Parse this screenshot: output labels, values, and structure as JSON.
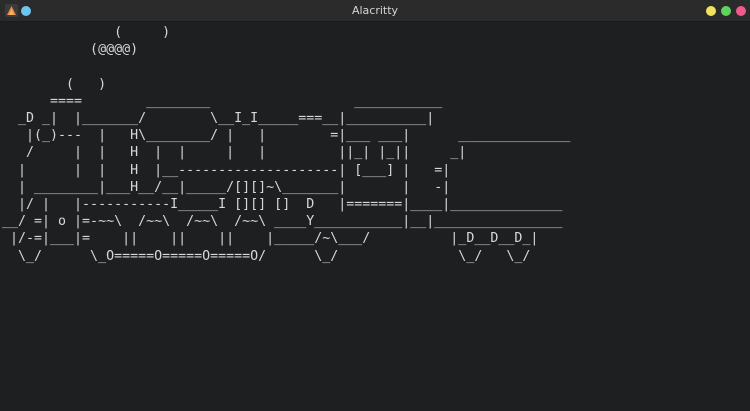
{
  "window": {
    "title": "Alacritty",
    "app_icon": "alacritty-terminal-icon",
    "controls": {
      "minimize_color": "#f2e35c",
      "maximize_color": "#5fd45d",
      "close_color": "#f15a8c",
      "pin_color": "#6ec6f0"
    }
  },
  "terminal": {
    "background": "#1d1f21",
    "foreground": "#d8d8d8",
    "lines": [
      "              (     )",
      "           (@@@@)",
      "",
      "        (   )",
      "      ====        ________                  ___________",
      "  _D _|  |_______/        \\__I_I_____===__|__________|",
      "   |(_)---  |   H\\________/ |   |        =|___ ___|      ______________",
      "   /     |  |   H  |  |     |   |         ||_| |_||     _|",
      "  |      |  |   H  |__--------------------| [___] |   =|",
      "  | ________|___H__/__|_____/[][]~\\_______|       |   -|",
      "  |/ |   |-----------I_____I [][] []  D   |=======|____|______________",
      "__/ =| o |=-~~\\  /~~\\  /~~\\  /~~\\ ____Y___________|__|________________",
      " |/-=|___|=    ||    ||    ||    |_____/~\\___/          |_D__D__D_|",
      "  \\_/      \\_O=====O=====O=====O/      \\_/               \\_/   \\_/"
    ]
  }
}
